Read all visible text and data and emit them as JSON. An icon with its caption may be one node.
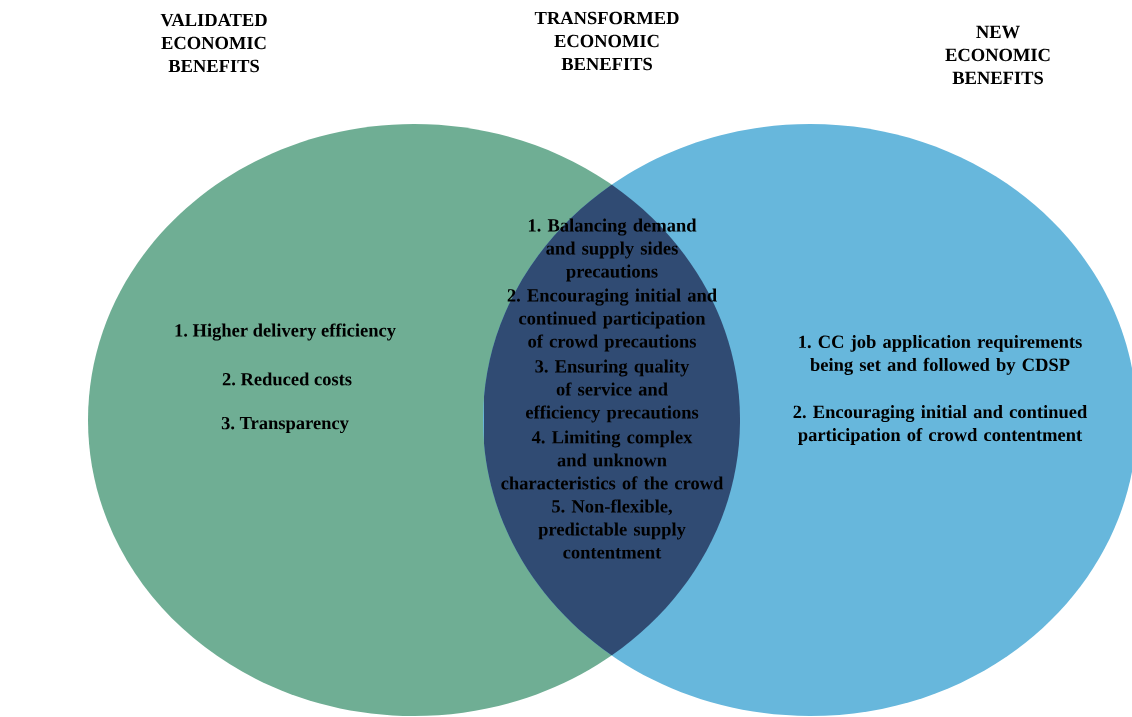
{
  "diagram": {
    "nodes": [
      {
        "text": [
          "VALIDATED ECONOMIC BENEFITS",
          "1. Higher delivery efficiency",
          "2. Reduced costs",
          "3. Transparency"
        ]
      },
      {
        "text": [
          "TRANSFORMED ECONOMIC BENEFITS",
          "1. Balancing demand and supply sides precautions",
          "2. Encouraging initial and continued participation of crowd precautions",
          "3. Ensuring quality of service and efficiency precautions",
          "4. Limiting complex and unknown characteristics of the crowd",
          "5. Non-flexible, predictable supply contentment"
        ]
      },
      {
        "text": [
          "NEW ECONOMIC BENEFITS",
          "1. CC job application requirements being set and followed by CDSP",
          "2. Encouraging initial and continued participation of crowd contentment"
        ]
      }
    ]
  }
}
